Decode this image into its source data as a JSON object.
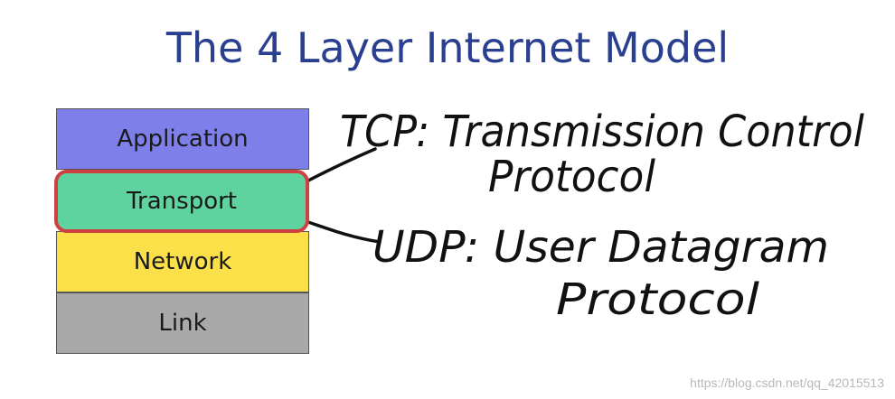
{
  "title": "The 4 Layer Internet Model",
  "layers": [
    {
      "label": "Application",
      "color": "#7f7fea"
    },
    {
      "label": "Transport",
      "color": "#5fd39f",
      "highlight": "#d04040"
    },
    {
      "label": "Network",
      "color": "#fbe04a"
    },
    {
      "label": "Link",
      "color": "#a9a9a9"
    }
  ],
  "annotations": {
    "tcp_line1": "TCP: Transmission Control",
    "tcp_line2": "Protocol",
    "udp_line1": "UDP: User Datagram",
    "udp_line2": "Protocol"
  },
  "watermark": "https://blog.csdn.net/qq_42015513"
}
